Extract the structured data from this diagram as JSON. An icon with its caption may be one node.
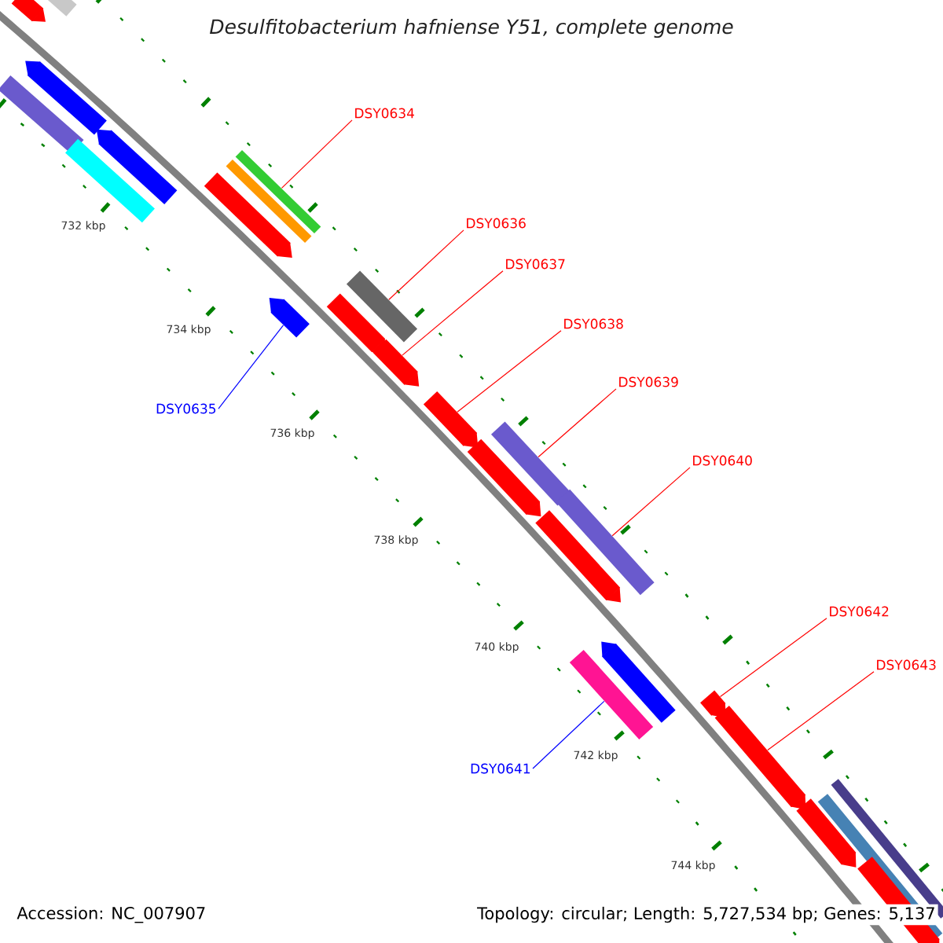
{
  "diagram": {
    "title": "Desulfitobacterium hafniense Y51, complete genome",
    "nodes": [
      {
        "text": [
          "DSY0634"
        ]
      },
      {
        "text": [
          "DSY0636"
        ]
      },
      {
        "text": [
          "DSY0637"
        ]
      },
      {
        "text": [
          "DSY0638"
        ]
      },
      {
        "text": [
          "DSY0639"
        ]
      },
      {
        "text": [
          "DSY0635"
        ]
      },
      {
        "text": [
          "DSY0640"
        ]
      },
      {
        "text": [
          "DSY0642"
        ]
      },
      {
        "text": [
          "DSY0643"
        ]
      },
      {
        "text": [
          "DSY0641"
        ]
      },
      {
        "text": [],
        "shape": "bar"
      },
      {
        "text": [],
        "shape": "bar"
      },
      {
        "text": [],
        "shape": "bar"
      },
      {
        "text": [],
        "shape": "bar"
      },
      {
        "text": [],
        "shape": "bar"
      },
      {
        "text": [],
        "shape": "bar"
      },
      {
        "text": [],
        "shape": "bar"
      },
      {
        "text": [],
        "shape": "bar"
      },
      {
        "text": [],
        "shape": "bar"
      },
      {
        "text": [],
        "shape": "bar"
      },
      {
        "text": [],
        "shape": "bar"
      },
      {
        "text": [],
        "shape": "bar"
      },
      {
        "text": [],
        "shape": "bar"
      },
      {
        "text": [],
        "shape": "bar"
      },
      {
        "text": [],
        "shape": "bar"
      },
      {
        "text": [],
        "shape": "bar"
      },
      {
        "text": [],
        "shape": "bar"
      },
      {
        "text": [],
        "shape": "bar"
      },
      {
        "text": [],
        "shape": "bar"
      },
      {
        "text": [],
        "shape": "bar"
      },
      {
        "text": [],
        "shape": "bar"
      },
      {
        "text": [],
        "shape": "bar"
      },
      {
        "text": [],
        "shape": "bar"
      },
      {
        "text": [],
        "shape": "bar"
      },
      {
        "text": [],
        "shape": "bar"
      },
      {
        "text": [],
        "shape": "bar"
      }
    ],
    "edges": [
      {
        "from": 0,
        "to": 16,
        "arrow": "none"
      },
      {
        "from": 1,
        "to": 20,
        "arrow": "none"
      },
      {
        "from": 2,
        "to": 22,
        "arrow": "none"
      },
      {
        "from": 3,
        "to": 23,
        "arrow": "none"
      },
      {
        "from": 4,
        "to": 24,
        "arrow": "none"
      },
      {
        "from": 5,
        "to": 19,
        "arrow": "none",
        "color": "#0000ff"
      },
      {
        "from": 6,
        "to": 26,
        "arrow": "none"
      },
      {
        "from": 7,
        "to": 30,
        "arrow": "none"
      },
      {
        "from": 8,
        "to": 31,
        "arrow": "none"
      },
      {
        "from": 9,
        "to": 28,
        "arrow": "none",
        "color": "#0000ff"
      }
    ],
    "labels": [
      "732 kbp",
      "734 kbp",
      "736 kbp",
      "738 kbp",
      "740 kbp",
      "742 kbp",
      "744 kbp",
      "Accession: NC_007907",
      "Topology: circular; Length: 5,727,534 bp; Genes: 5,137"
    ]
  }
}
